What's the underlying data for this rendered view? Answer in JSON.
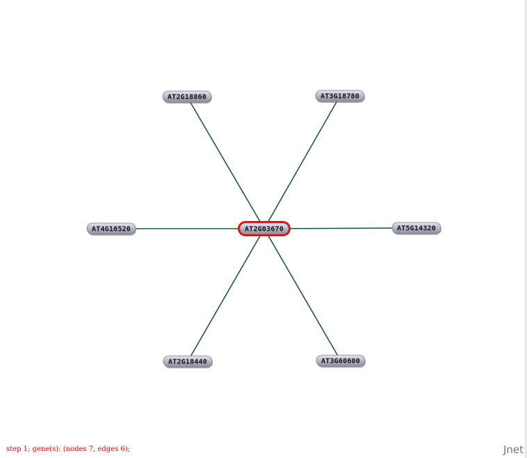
{
  "graph": {
    "center_node": {
      "id": "AT2G03670",
      "highlighted": true
    },
    "neighbors": [
      {
        "id": "AT2G18860"
      },
      {
        "id": "AT3G18780"
      },
      {
        "id": "AT4G16520"
      },
      {
        "id": "AT5G14320"
      },
      {
        "id": "AT2G18440"
      },
      {
        "id": "AT3G60600"
      }
    ],
    "edges": [
      [
        "AT2G03670",
        "AT2G18860"
      ],
      [
        "AT2G03670",
        "AT3G18780"
      ],
      [
        "AT2G03670",
        "AT4G16520"
      ],
      [
        "AT2G03670",
        "AT5G14320"
      ],
      [
        "AT2G03670",
        "AT2G18440"
      ],
      [
        "AT2G03670",
        "AT3G60600"
      ]
    ],
    "colors": {
      "edge": "#1e5a36",
      "node_fill": "#b8b8c8",
      "highlight": "#e01010"
    }
  },
  "status": {
    "text": "step 1; gene(s):  (nodes 7, edges 6);"
  },
  "brand": {
    "text": "Jnet"
  }
}
